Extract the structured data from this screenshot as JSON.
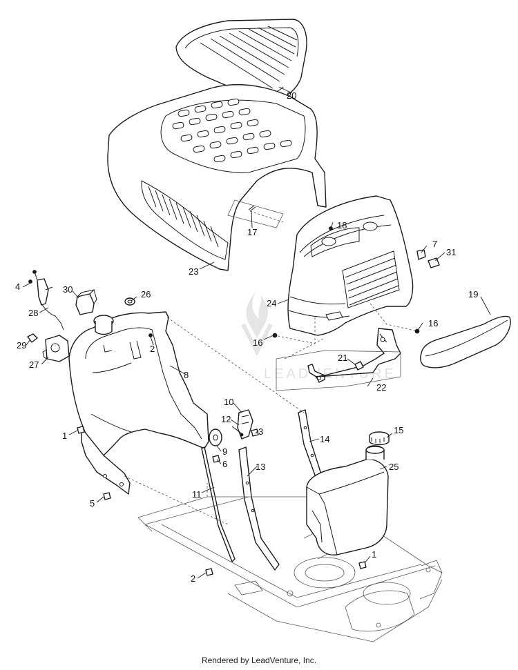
{
  "footer_text": "Rendered by LeadVenture, Inc.",
  "watermark_text": "LEADVENTURE",
  "callouts": {
    "c1a": "1",
    "c1b": "1",
    "c2a": "2",
    "c2b": "2",
    "c3": "3",
    "c4": "4",
    "c5": "5",
    "c6": "6",
    "c7": "7",
    "c8": "8",
    "c9": "9",
    "c10": "10",
    "c11": "11",
    "c12": "12",
    "c13": "13",
    "c14": "14",
    "c15": "15",
    "c16a": "16",
    "c16b": "16",
    "c17": "17",
    "c18": "18",
    "c19": "19",
    "c20": "20",
    "c21": "21",
    "c22": "22",
    "c23": "23",
    "c24": "24",
    "c25": "25",
    "c26": "26",
    "c27": "27",
    "c28": "28",
    "c29": "29",
    "c30": "30",
    "c31": "31"
  }
}
